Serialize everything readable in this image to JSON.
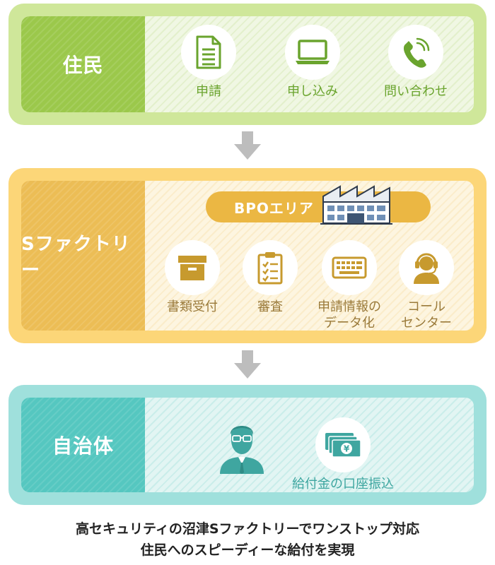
{
  "residents": {
    "label": "住民",
    "items": [
      {
        "icon": "document-icon",
        "label": "申請"
      },
      {
        "icon": "laptop-icon",
        "label": "申し込み"
      },
      {
        "icon": "phone-icon",
        "label": "問い合わせ"
      }
    ]
  },
  "factory": {
    "label": "Sファクトリー",
    "bpo_label": "BPOエリア",
    "items": [
      {
        "icon": "box-icon",
        "label": "書類受付"
      },
      {
        "icon": "clipboard-icon",
        "label": "審査"
      },
      {
        "icon": "keyboard-icon",
        "label_lines": [
          "申請情報の",
          "データ化"
        ]
      },
      {
        "icon": "headset-operator-icon",
        "label_lines": [
          "コール",
          "センター"
        ]
      }
    ]
  },
  "municipality": {
    "label": "自治体",
    "items": [
      {
        "icon": "official-icon"
      },
      {
        "icon": "yen-money-icon",
        "label": "給付金の口座振込"
      }
    ]
  },
  "footer": {
    "line1": "高セキュリティの沼津Sファクトリーでワンストップ対応",
    "line2": "住民へのスピーディーな給付を実現"
  },
  "colors": {
    "green": "#9bc84b",
    "yellow": "#ecbd55",
    "teal": "#55c7c0",
    "arrow": "#bdbdbd"
  }
}
